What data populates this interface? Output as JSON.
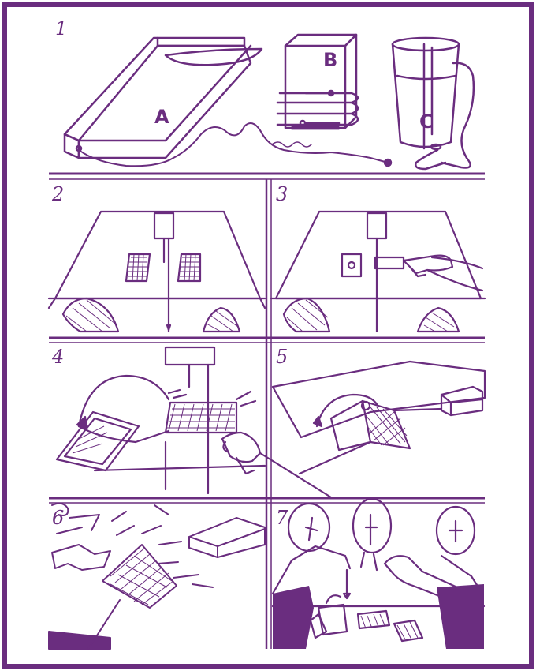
{
  "colors": {
    "ink": "#6a2d7f",
    "paper": "#ffffff"
  },
  "panels": [
    {
      "number": "1",
      "labels": [
        "A",
        "B",
        "C"
      ],
      "subject": "devices-wired-together"
    },
    {
      "number": "2",
      "subject": "card-table-with-hidden-camera"
    },
    {
      "number": "3",
      "subject": "hand-placing-card-under-lamp"
    },
    {
      "number": "4",
      "subject": "cards-and-hand-with-sensor"
    },
    {
      "number": "5",
      "subject": "table-with-card-and-block"
    },
    {
      "number": "6",
      "subject": "card-and-case-on-table"
    },
    {
      "number": "7",
      "subject": "players-seated-at-table"
    }
  ]
}
